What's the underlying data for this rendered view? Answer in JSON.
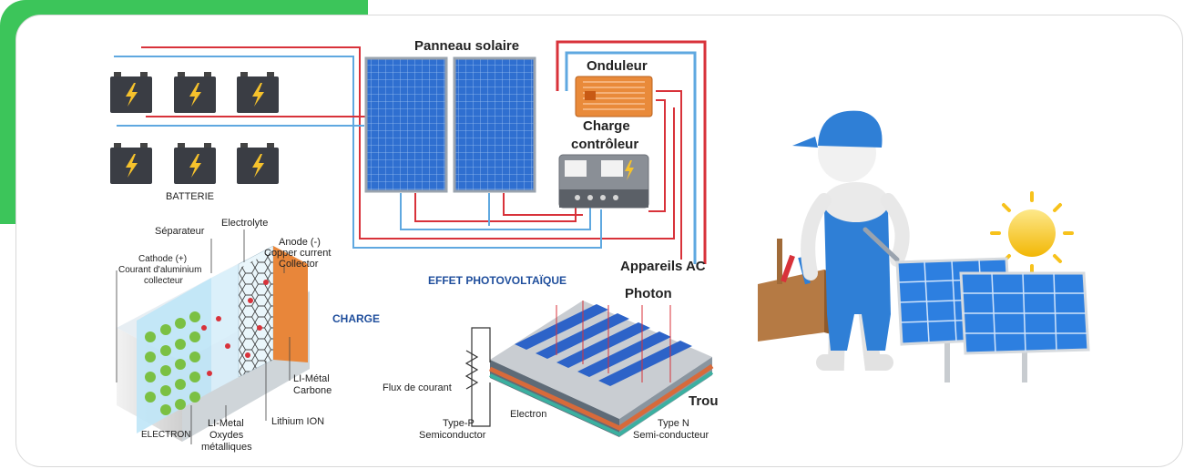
{
  "labels": {
    "solar_panel": "Panneau solaire",
    "inverter": "Onduleur",
    "charge_line1": "Charge",
    "charge_line2": "contrôleur",
    "battery": "BATTERIE",
    "ac_devices": "Appareils AC",
    "separator": "Séparateur",
    "electrolyte": "Electrolyte",
    "anode_line1": "Anode (-)",
    "anode_line2": "Copper current",
    "anode_line3": "Collector",
    "cathode_line1": "Cathode (+)",
    "cathode_line2": "Courant d'aluminium",
    "cathode_line3": "collecteur",
    "charge": "CHARGE",
    "electron_battery": "ELECTRON",
    "limetal_oxides_line1": "LI-Metal",
    "limetal_oxides_line2": "Oxydes",
    "limetal_oxides_line3": "métalliques",
    "lithium_ion": "Lithium ION",
    "limetal_carbon_line1": "LI-Métal",
    "limetal_carbon_line2": "Carbone",
    "pv_effect": "EFFET PHOTOVOLTAÏQUE",
    "photon": "Photon",
    "current_flow": "Flux de courant",
    "typep_line1": "Type-P",
    "typep_line2": "Semiconductor",
    "electron_cell": "Electron",
    "typen_line1": "Type N",
    "typen_line2": "Semi-conducteur",
    "hole": "Trou"
  },
  "colors": {
    "accent_green": "#3cc55a",
    "wire_red": "#d8323a",
    "wire_blue": "#5fa8e0",
    "pv_title": "#1f4e9c",
    "panel_blue": "#2d63c8",
    "technician_blue": "#2f7fd6",
    "sun": "#f7c21c"
  },
  "icons": {
    "battery": "lightning-bolt-battery-icon",
    "technician": "technician-with-toolbox-illustration",
    "sun": "sun-icon",
    "solar_panel": "solar-panel-icon"
  }
}
